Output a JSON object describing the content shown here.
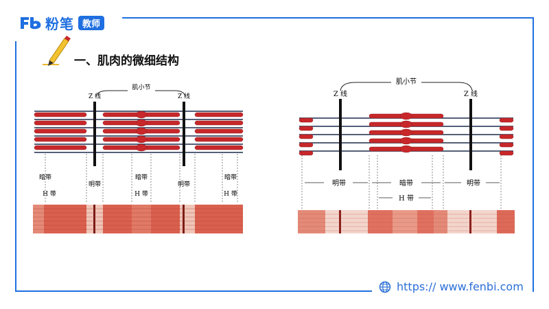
{
  "header": {
    "logo_text": "粉笔",
    "logo_badge": "教师"
  },
  "slide": {
    "title": "一、肌肉的微细结构"
  },
  "left_diagram": {
    "sarcomere_label": "肌小节",
    "z_line_left": "Z 线",
    "z_line_right": "Z 线",
    "dark_band_1": "暗带",
    "light_band_1": "明带",
    "dark_band_2": "暗带",
    "light_band_2": "明带",
    "dark_band_3": "暗带",
    "h_band_1": "H 带",
    "h_band_2": "H 带",
    "h_band_3": "H 带"
  },
  "right_diagram": {
    "sarcomere_label": "肌小节",
    "z_line_left": "Z 线",
    "z_line_right": "Z 线",
    "light_band_left": "明带",
    "dark_band": "暗带",
    "light_band_right": "明带",
    "h_band": "H 带"
  },
  "footer": {
    "url": "https:// www.fenbi.com",
    "globe_icon": "globe-icon"
  },
  "colors": {
    "brand_blue": "#1f6fe0",
    "myosin_red": "#c8282b",
    "actin_navy": "#1b2a4a",
    "pen_yellow": "#e8b92a"
  }
}
